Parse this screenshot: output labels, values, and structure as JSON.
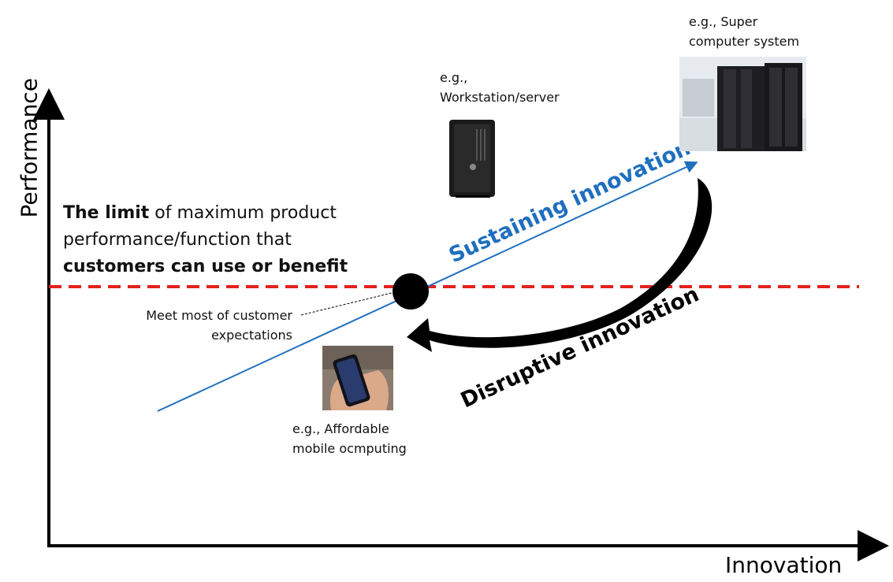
{
  "axes": {
    "y_label": "Performance",
    "x_label": "Innovation"
  },
  "limit": {
    "bold1": "The limit",
    "rest1": " of maximum product",
    "line2": "performance/function that",
    "bold3": "customers can use or benefit"
  },
  "annotation": {
    "line1": "Meet most of customer",
    "line2": "expectations"
  },
  "sustaining": {
    "label": "Sustaining innovation"
  },
  "disruptive": {
    "label": "Disruptive innovation"
  },
  "examples": {
    "workstation": {
      "line1": "e.g.,",
      "line2": "Workstation/server"
    },
    "supercomputer": {
      "line1": "e.g., Super",
      "line2": "computer system"
    },
    "mobile": {
      "line1": "e.g., Affordable",
      "line2": "mobile ocmputing"
    }
  },
  "colors": {
    "limit_line": "#e3211c",
    "sustaining": "#1f6fbf",
    "disruptive": "#000000",
    "axis": "#000000"
  }
}
